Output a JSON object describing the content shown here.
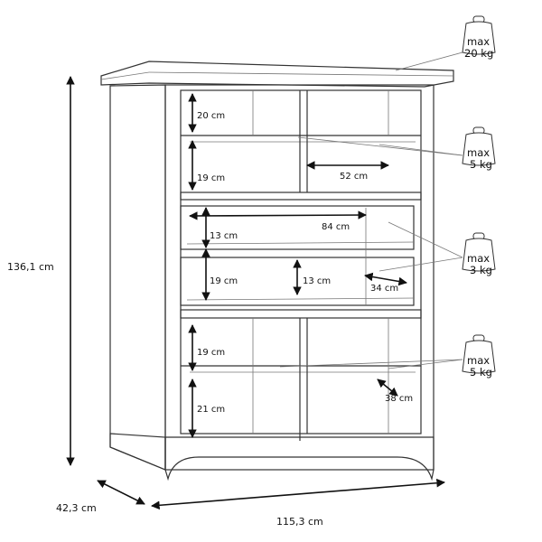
{
  "weights": [
    {
      "max": "max",
      "load": "20 kg"
    },
    {
      "max": "max",
      "load": "5 kg"
    },
    {
      "max": "max",
      "load": "3 kg"
    },
    {
      "max": "max",
      "load": "5 kg"
    }
  ],
  "dimensions": {
    "height": "136,1 cm",
    "depth": "42,3 cm",
    "width": "115,3 cm",
    "top_shelf": "20 cm",
    "second_shelf": "19 cm",
    "shelf_depth": "52 cm",
    "drawer1_height": "13 cm",
    "drawer_width": "84 cm",
    "drawer2_outer": "19 cm",
    "drawer2_inner": "13 cm",
    "drawer_depth": "34 cm",
    "lower_shelf": "19 cm",
    "bottom_shelf": "21 cm",
    "bottom_depth": "38 cm"
  }
}
